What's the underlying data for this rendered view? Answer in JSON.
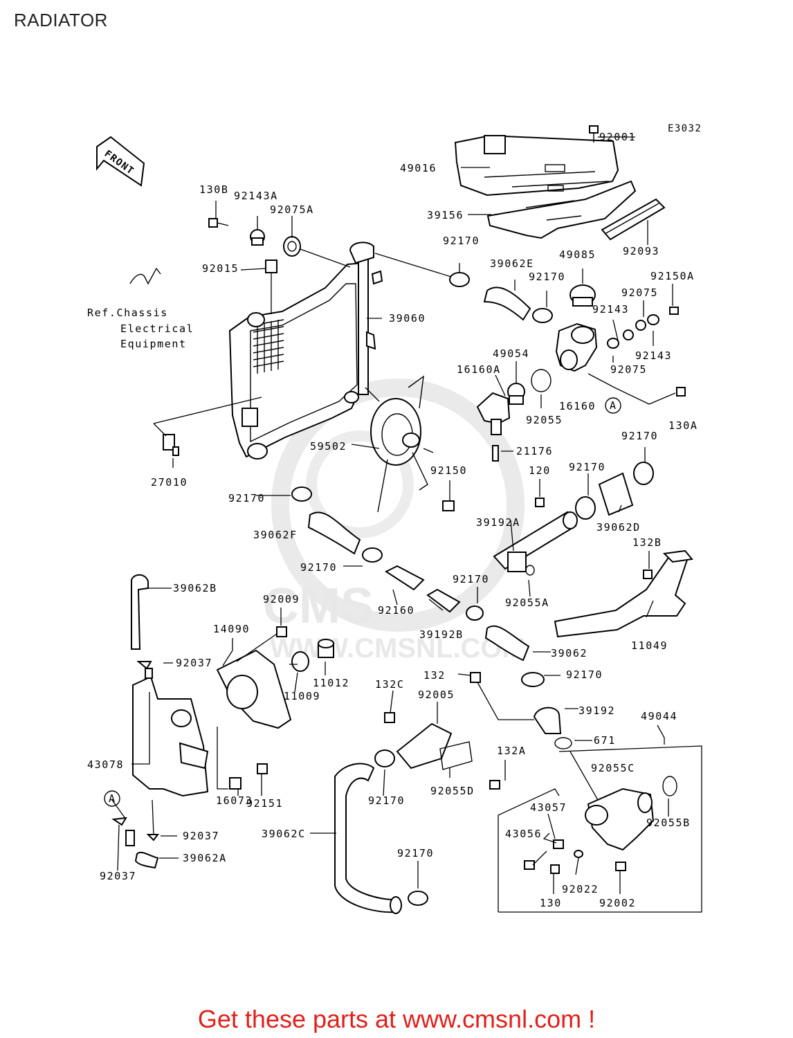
{
  "page": {
    "title": "RADIATOR",
    "diagram_code": "E3032",
    "footer": "Get these parts at www.cmsnl.com !",
    "watermark": "WWW.CMSNL.COM"
  },
  "front_arrow": {
    "label": "FRONT"
  },
  "ref_note": {
    "line1": "Ref.Chassis",
    "line2": "Electrical",
    "line3": "Equipment"
  },
  "callouts": [
    {
      "id": "p92001",
      "label": "92001"
    },
    {
      "id": "p49016",
      "label": "49016"
    },
    {
      "id": "p39156",
      "label": "39156"
    },
    {
      "id": "p92093",
      "label": "92093"
    },
    {
      "id": "p130B",
      "label": "130B"
    },
    {
      "id": "p92143A",
      "label": "92143A"
    },
    {
      "id": "p92075A",
      "label": "92075A"
    },
    {
      "id": "p92170a",
      "label": "92170"
    },
    {
      "id": "p49085",
      "label": "49085"
    },
    {
      "id": "p39062E",
      "label": "39062E"
    },
    {
      "id": "p92170b",
      "label": "92170"
    },
    {
      "id": "p92150A",
      "label": "92150A"
    },
    {
      "id": "p92075a",
      "label": "92075"
    },
    {
      "id": "p92015",
      "label": "92015"
    },
    {
      "id": "p92143a",
      "label": "92143"
    },
    {
      "id": "p39060",
      "label": "39060"
    },
    {
      "id": "p92143b",
      "label": "92143"
    },
    {
      "id": "p49054",
      "label": "49054"
    },
    {
      "id": "p92075b",
      "label": "92075"
    },
    {
      "id": "p16160A",
      "label": "16160A"
    },
    {
      "id": "p16160",
      "label": "16160"
    },
    {
      "id": "pA1",
      "label": "A"
    },
    {
      "id": "p92055",
      "label": "92055"
    },
    {
      "id": "p130A",
      "label": "130A"
    },
    {
      "id": "p59502",
      "label": "59502"
    },
    {
      "id": "p21176",
      "label": "21176"
    },
    {
      "id": "p92170c",
      "label": "92170"
    },
    {
      "id": "p27010",
      "label": "27010"
    },
    {
      "id": "p92150",
      "label": "92150"
    },
    {
      "id": "p120",
      "label": "120"
    },
    {
      "id": "p92170d",
      "label": "92170"
    },
    {
      "id": "p92170e",
      "label": "92170"
    },
    {
      "id": "p39192A",
      "label": "39192A"
    },
    {
      "id": "p39062D",
      "label": "39062D"
    },
    {
      "id": "p39062F",
      "label": "39062F"
    },
    {
      "id": "p132B",
      "label": "132B"
    },
    {
      "id": "p92170f",
      "label": "92170"
    },
    {
      "id": "p92170g",
      "label": "92170"
    },
    {
      "id": "p92055A",
      "label": "92055A"
    },
    {
      "id": "p39062B",
      "label": "39062B"
    },
    {
      "id": "p92009",
      "label": "92009"
    },
    {
      "id": "p92160",
      "label": "92160"
    },
    {
      "id": "p14090",
      "label": "14090"
    },
    {
      "id": "p39192B",
      "label": "39192B"
    },
    {
      "id": "p11049",
      "label": "11049"
    },
    {
      "id": "p39062",
      "label": "39062"
    },
    {
      "id": "p92037a",
      "label": "92037"
    },
    {
      "id": "p11012",
      "label": "11012"
    },
    {
      "id": "p11009",
      "label": "11009"
    },
    {
      "id": "p132",
      "label": "132"
    },
    {
      "id": "p92170h",
      "label": "92170"
    },
    {
      "id": "p132C",
      "label": "132C"
    },
    {
      "id": "p92005",
      "label": "92005"
    },
    {
      "id": "p39192",
      "label": "39192"
    },
    {
      "id": "p49044",
      "label": "49044"
    },
    {
      "id": "p671",
      "label": "671"
    },
    {
      "id": "p43078",
      "label": "43078"
    },
    {
      "id": "p132A",
      "label": "132A"
    },
    {
      "id": "p92055C",
      "label": "92055C"
    },
    {
      "id": "p92055D",
      "label": "92055D"
    },
    {
      "id": "p92170i",
      "label": "92170"
    },
    {
      "id": "p16073",
      "label": "16073"
    },
    {
      "id": "p92151",
      "label": "92151"
    },
    {
      "id": "pA2",
      "label": "A"
    },
    {
      "id": "p43057",
      "label": "43057"
    },
    {
      "id": "p92055B",
      "label": "92055B"
    },
    {
      "id": "p39062C",
      "label": "39062C"
    },
    {
      "id": "p92037b",
      "label": "92037"
    },
    {
      "id": "p43056",
      "label": "43056"
    },
    {
      "id": "p39062A",
      "label": "39062A"
    },
    {
      "id": "p92170j",
      "label": "92170"
    },
    {
      "id": "p92022",
      "label": "92022"
    },
    {
      "id": "p92037c",
      "label": "92037"
    },
    {
      "id": "p130",
      "label": "130"
    },
    {
      "id": "p92002",
      "label": "92002"
    }
  ]
}
